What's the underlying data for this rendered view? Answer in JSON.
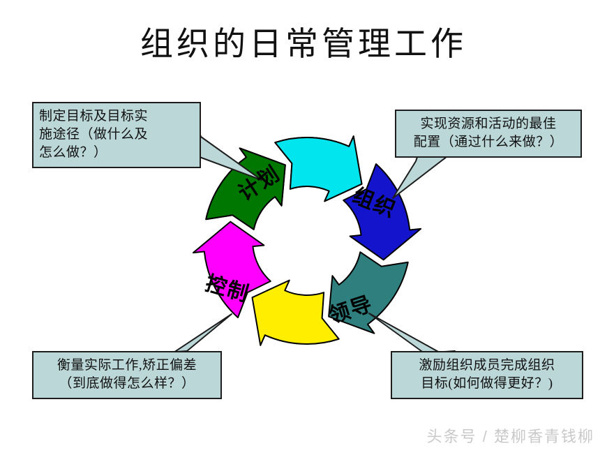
{
  "page": {
    "title": "组织的日常管理工作",
    "background_color": "#ffffff",
    "watermark": "头条号 / 楚柳香青钱柳"
  },
  "callouts": {
    "plan": {
      "lines": [
        "制定目标及目标实",
        "施途径（做什么及",
        "怎么做？）"
      ],
      "fill_color": "#bcd7d8",
      "border_color": "#1d1d1d",
      "points_to": "计划"
    },
    "organize": {
      "lines": [
        "实现资源和活动的最佳",
        "配置（通过什么来做？）"
      ],
      "fill_color": "#bcd7d8",
      "border_color": "#1d1d1d",
      "points_to": "组织"
    },
    "control": {
      "lines": [
        "衡量实际工作,矫正偏差",
        "（到底做得怎么样？）"
      ],
      "fill_color": "#bcd7d8",
      "border_color": "#1d1d1d",
      "points_to": "控制"
    },
    "lead": {
      "lines": [
        "激励组织成员完成组织",
        "目标(如何做得更好？)"
      ],
      "fill_color": "#bcd7d8",
      "border_color": "#1d1d1d",
      "points_to": "领导"
    }
  },
  "chart_data": {
    "type": "diagram",
    "subtype": "cycle-ring-arrows",
    "title": "组织的日常管理工作",
    "center": [
      440,
      345
    ],
    "outer_radius": 148,
    "inner_radius": 78,
    "direction": "clockwise",
    "segment_count": 8,
    "segments": [
      {
        "index": 0,
        "label": "",
        "color": "#ff0000",
        "start_angle": -78,
        "end_angle": -16
      },
      {
        "index": 1,
        "label": "组织",
        "color": "#00e53c",
        "start_angle": -18,
        "end_angle": 44
      },
      {
        "index": 2,
        "label": "",
        "color": "#1414cc",
        "start_angle": 42,
        "end_angle": 104
      },
      {
        "index": 3,
        "label": "领导",
        "color": "#2f7f7f",
        "start_angle": 102,
        "end_angle": 164
      },
      {
        "index": 4,
        "label": "",
        "color": "#ffee00",
        "start_angle": 162,
        "end_angle": 224
      },
      {
        "index": 5,
        "label": "控制",
        "color": "#ff00ff",
        "start_angle": 222,
        "end_angle": 284
      },
      {
        "index": 6,
        "label": "",
        "color": "#007700",
        "start_angle": 282,
        "end_angle": 344
      },
      {
        "index": 7,
        "label": "计划",
        "color": "#00e5ee",
        "start_angle": 342,
        "end_angle": 404
      }
    ],
    "labeled_stages": [
      "计划",
      "组织",
      "领导",
      "控制"
    ],
    "stage_colors": {
      "计划": "#00e5ee",
      "组织": "#00e53c",
      "领导": "#2f7f7f",
      "控制": "#ff00ff"
    },
    "labels": {
      "plan": "计划",
      "organize": "组织",
      "lead": "领导",
      "control": "控制"
    },
    "annotations": [
      "制定目标及目标实施途径（做什么及怎么做？）",
      "实现资源和活动的最佳配置（通过什么来做？）",
      "激励组织成员完成组织目标(如何做得更好？)",
      "衡量实际工作,矫正偏差（到底做得怎么样？）"
    ]
  }
}
